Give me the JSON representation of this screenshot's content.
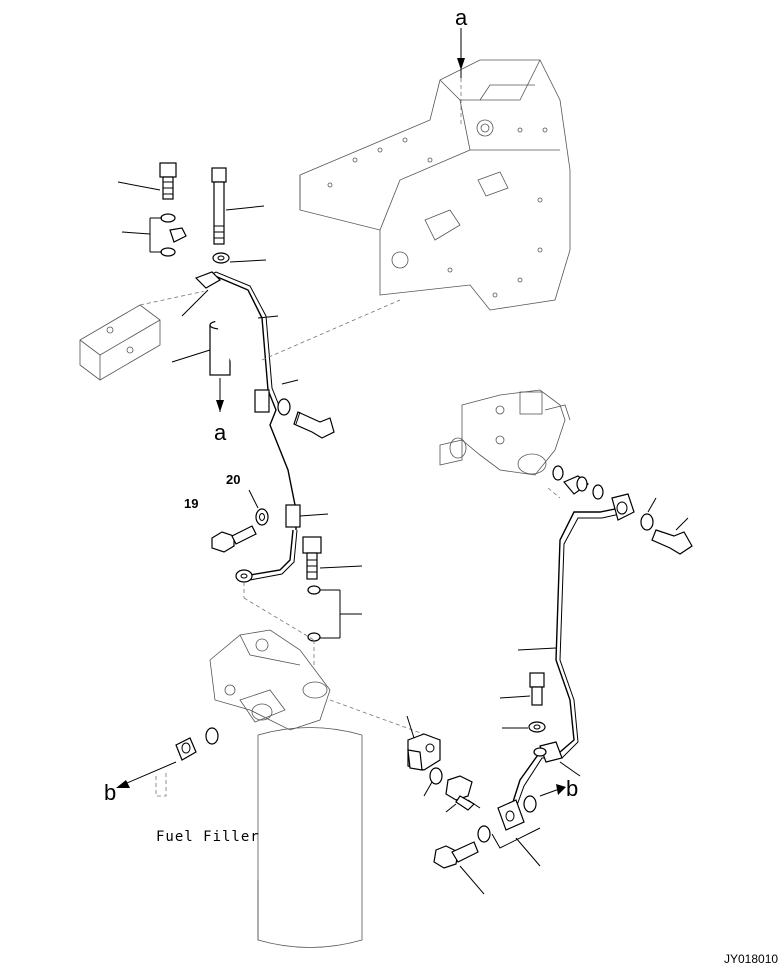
{
  "callouts": {
    "letter_a_top": "a",
    "letter_a_mid": "a",
    "letter_b_left": "b",
    "letter_b_right": "b",
    "num_19": "19",
    "num_20": "20"
  },
  "caption": "Fuel Filler",
  "figure_code": "JY018010"
}
